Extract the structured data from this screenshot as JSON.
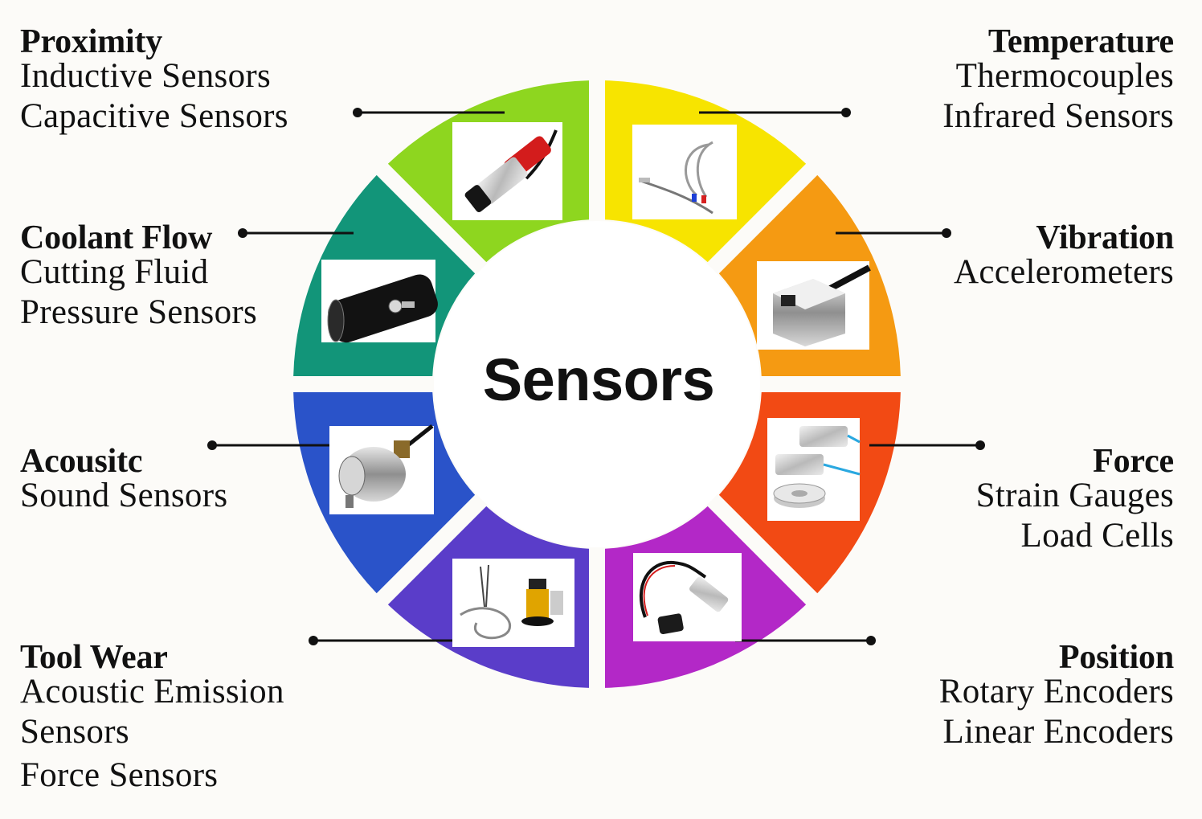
{
  "center_label": "Sensors",
  "colors": {
    "proximity": "#8ed61f",
    "temperature": "#f7e400",
    "vibration": "#f59a12",
    "force": "#f24a14",
    "position": "#b328c7",
    "tool_wear": "#5a3dc9",
    "acoustic": "#2a53c9",
    "coolant_flow": "#129579"
  },
  "categories": [
    {
      "key": "proximity",
      "title": "Proximity",
      "items": [
        "Inductive Sensors",
        "Capacitive Sensors"
      ],
      "icon": "proximity-sensor-icon"
    },
    {
      "key": "temperature",
      "title": "Temperature",
      "items": [
        "Thermocouples",
        "Infrared Sensors"
      ],
      "icon": "thermocouple-icon"
    },
    {
      "key": "vibration",
      "title": "Vibration",
      "items": [
        "Accelerometers"
      ],
      "icon": "accelerometer-icon"
    },
    {
      "key": "force",
      "title": "Force",
      "items": [
        "Strain Gauges",
        "Load Cells"
      ],
      "icon": "load-cell-icon"
    },
    {
      "key": "position",
      "title": "Position",
      "items": [
        "Rotary Encoders",
        "Linear Encoders"
      ],
      "icon": "position-sensor-icon"
    },
    {
      "key": "tool_wear",
      "title": "Tool Wear",
      "items": [
        "Acoustic Emission",
        "Sensors",
        "Force Sensors"
      ],
      "icon": "acoustic-emission-sensor-icon"
    },
    {
      "key": "acoustic",
      "title": "Acousitc",
      "items": [
        "Sound Sensors"
      ],
      "icon": "sound-sensor-icon"
    },
    {
      "key": "coolant_flow",
      "title": "Coolant Flow",
      "items": [
        "Cutting Fluid",
        "Pressure Sensors"
      ],
      "icon": "pressure-sensor-icon"
    }
  ]
}
